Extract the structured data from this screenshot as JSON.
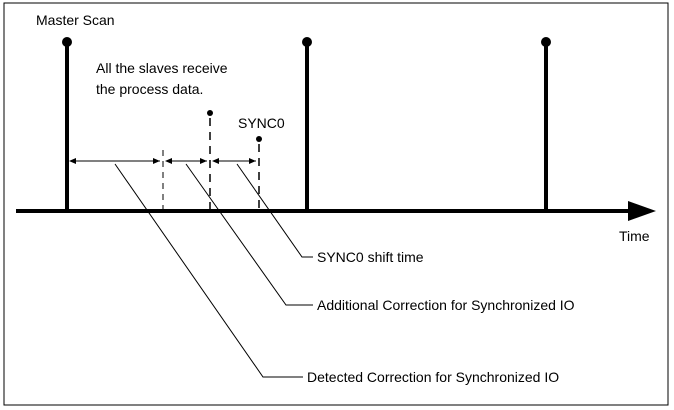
{
  "labels": {
    "master_scan": "Master Scan",
    "slaves_receive_line1": "All the slaves receive",
    "slaves_receive_line2": "the process data.",
    "sync0": "SYNC0",
    "time": "Time"
  },
  "callouts": {
    "sync0_shift": "SYNC0 shift time",
    "additional_correction": "Additional Correction for Synchronized IO",
    "detected_correction": "Detected Correction for Synchronized IO"
  },
  "colors": {
    "stroke": "#000000",
    "background": "#ffffff"
  }
}
